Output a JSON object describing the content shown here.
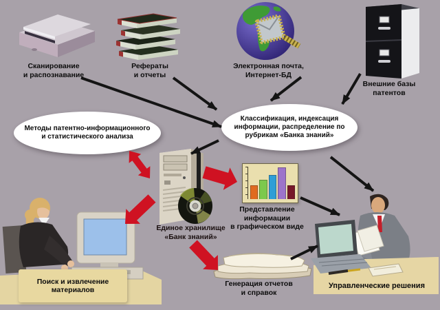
{
  "diagram_language": "ru",
  "nodes": {
    "scanner": {
      "label": "Сканирование\nи распознавание"
    },
    "books": {
      "label": "Рефераты\nи отчеты"
    },
    "internet": {
      "label": "Электронная почта,\nИнтернет-БД"
    },
    "patents": {
      "label": "Внешние базы\nпатентов"
    },
    "methods": {
      "label": "Методы патентно-информационного\nи статистического анализа"
    },
    "classification": {
      "label": "Классификация, индексация\nинформации, распределение по\nрубрикам «Банка знаний»"
    },
    "storage": {
      "label": "Единое хранилище\n«Банк знаний»"
    },
    "graphics": {
      "label": "Представление\nинформации\nв графическом виде"
    },
    "search": {
      "label": "Поиск и извлечение\nматериалов"
    },
    "reports": {
      "label": "Генерация отчетов\nи справок"
    },
    "decisions": {
      "label": "Управленческие решения"
    }
  },
  "images": [
    "scanner-image",
    "books-image",
    "globe-email-image",
    "file-cabinet-image",
    "computer-tower-image",
    "cd-disc-image",
    "bar-chart-image",
    "woman-at-computer-image",
    "documents-stack-image",
    "man-with-laptop-image"
  ],
  "chart_data": {
    "type": "bar",
    "values": [
      40,
      57,
      73,
      95,
      40
    ],
    "bar_colors": [
      "#e06a20",
      "#7cc94c",
      "#2f9ed6",
      "#9d74ca",
      "#77182a"
    ],
    "title": "Представление информации в графическом виде",
    "xlabel": "",
    "ylabel": "",
    "grid": false,
    "legend": false
  },
  "colors": {
    "background": "#a8a1a9",
    "ellipse_fill": "#ffffff",
    "label_box": "#e8d8a0",
    "chart_bg": "#eadfae",
    "arrow_black": "#141414",
    "arrow_red": "#cf1222"
  }
}
